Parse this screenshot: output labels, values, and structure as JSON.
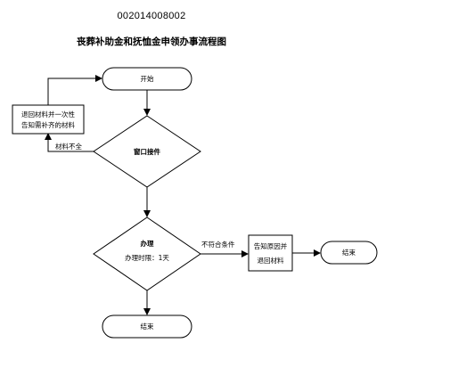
{
  "header": {
    "doc_code": "002014008002",
    "title": "丧葬补助金和抚恤金申领办事流程图"
  },
  "nodes": {
    "start": "开始",
    "return_box_line1": "退回材料并一次性",
    "return_box_line2": "告知需补齐的材料",
    "window_accept": "窗口接件",
    "process_title": "办理",
    "process_time": "办理时限：1天",
    "notify_box_line1": "告知原因并",
    "notify_box_line2": "退回材料",
    "end_right": "结束",
    "end_bottom": "结束"
  },
  "edge_labels": {
    "incomplete": "材料不全",
    "not_qualified": "不符合条件"
  }
}
